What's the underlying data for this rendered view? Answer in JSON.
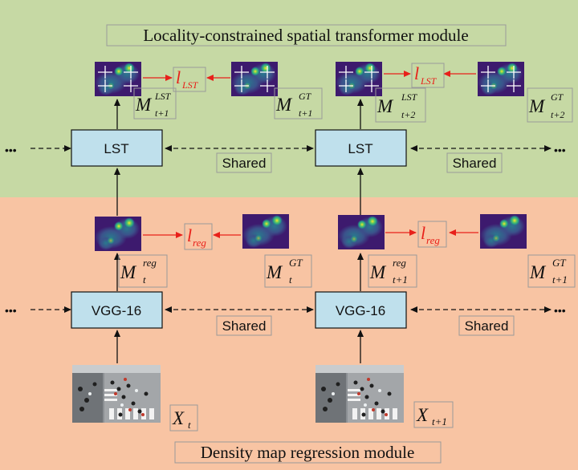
{
  "modules": {
    "top_title": "Locality-constrained spatial transformer module",
    "bottom_title": "Density map regression module",
    "top_bg": "#c6d9a4",
    "bottom_bg": "#f8c4a3"
  },
  "blocks": {
    "lst_label": "LST",
    "vgg_label": "VGG-16",
    "shared_label": "Shared",
    "box_fill": "#bfe0ec",
    "ellipsis": "•••"
  },
  "losses": {
    "lst": {
      "base": "l",
      "sub": "LST"
    },
    "reg": {
      "base": "l",
      "sub": "reg"
    },
    "color": "#e8201a"
  },
  "maps": {
    "lst_t1": {
      "base": "M",
      "sup": "LST",
      "sub": "t+1"
    },
    "gt_t1_top": {
      "base": "M",
      "sup": "GT",
      "sub": "t+1"
    },
    "lst_t2": {
      "base": "M",
      "sup": "LST",
      "sub": "t+2"
    },
    "gt_t2": {
      "base": "M",
      "sup": "GT",
      "sub": "t+2"
    },
    "reg_t": {
      "base": "M",
      "sup": "reg",
      "sub": "t"
    },
    "gt_t": {
      "base": "M",
      "sup": "GT",
      "sub": "t"
    },
    "reg_t1": {
      "base": "M",
      "sup": "reg",
      "sub": "t+1"
    },
    "gt_t1_bottom": {
      "base": "M",
      "sup": "GT",
      "sub": "t+1"
    }
  },
  "inputs": {
    "x_t": {
      "base": "X",
      "sub": "t"
    },
    "x_t1": {
      "base": "X",
      "sub": "t+1"
    }
  }
}
